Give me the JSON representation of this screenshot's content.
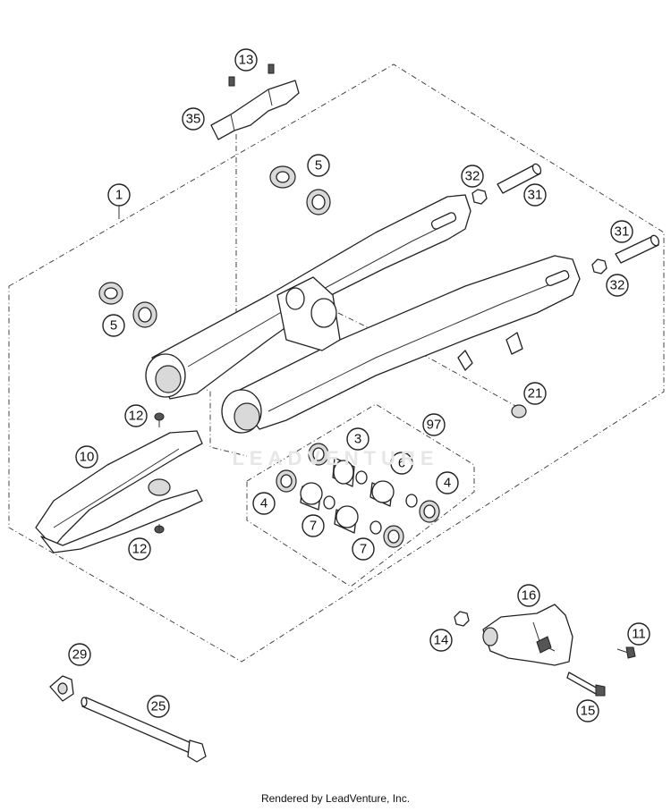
{
  "watermark": "LEADVENTURE",
  "footer": "Rendered by LeadVenture, Inc.",
  "callouts": {
    "c13": "13",
    "c35": "35",
    "c5a": "5",
    "c1": "1",
    "c32a": "32",
    "c31a": "31",
    "c31b": "31",
    "c32b": "32",
    "c5b": "5",
    "c21": "21",
    "c12a": "12",
    "c97": "97",
    "c3": "3",
    "c10": "10",
    "c6": "6",
    "c4a": "4",
    "c4b": "4",
    "c7a": "7",
    "c7b": "7",
    "c12b": "12",
    "c16": "16",
    "c14": "14",
    "c11": "11",
    "c29": "29",
    "c25": "25",
    "c15": "15"
  }
}
